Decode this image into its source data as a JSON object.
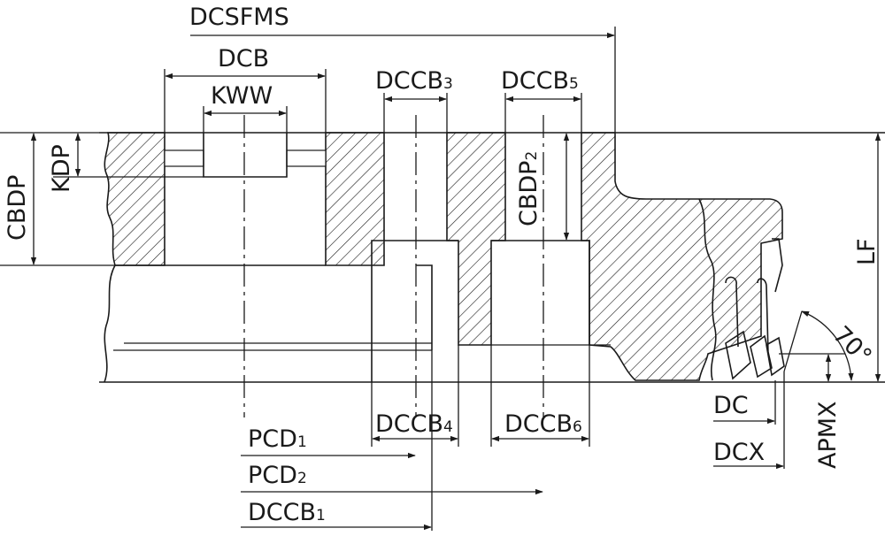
{
  "labels": {
    "dcsfms": "DCSFMS",
    "dcb": "DCB",
    "kww": "KWW",
    "dccb3_main": "DCCB",
    "dccb3_sub": "3",
    "dccb5_main": "DCCB",
    "dccb5_sub": "5",
    "cbdp": "CBDP",
    "kdp": "KDP",
    "cbdp2_main": "CBDP",
    "cbdp2_sub": "2",
    "lf": "LF",
    "angle": "70°",
    "dc": "DC",
    "dcx": "DCX",
    "apmx": "APMX",
    "dccb4_main": "DCCB",
    "dccb4_sub": "4",
    "dccb6_main": "DCCB",
    "dccb6_sub": "6",
    "pcd1_main": "PCD",
    "pcd1_sub": "1",
    "pcd2_main": "PCD",
    "pcd2_sub": "2",
    "dccb1_main": "DCCB",
    "dccb1_sub": "1"
  }
}
